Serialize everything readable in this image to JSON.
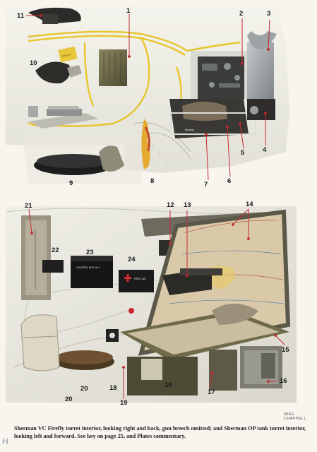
{
  "plate": {
    "caption": "Sherman VC Firefly turret interior, looking right and back, gun breech omitted; and Sherman OP tank turret interior, looking left and forward. See key on page 25, and Plates commentary.",
    "artist": "MIKE CHAPPELL",
    "page_letter": "H"
  },
  "top_panel": {
    "labels": [
      "1",
      "2",
      "3",
      "4",
      "5",
      "6",
      "7",
      "8",
      "9",
      "10",
      "11"
    ],
    "sign_text": "Rations",
    "box_text": "Bedding"
  },
  "bottom_panel": {
    "labels": [
      "12",
      "13",
      "14",
      "15",
      "16",
      "17",
      "18",
      "18",
      "19",
      "20",
      "20",
      "21",
      "22",
      "23",
      "24"
    ],
    "box_text": [
      "CONTROL BOX No 3",
      "FIRST AID"
    ]
  },
  "colors": {
    "paper": "#f7f5ee",
    "leader_red": "#c4262e",
    "wire_yellow": "#e7c52a",
    "olive": "#6e6a4a",
    "steel": "#9aa0a2"
  }
}
